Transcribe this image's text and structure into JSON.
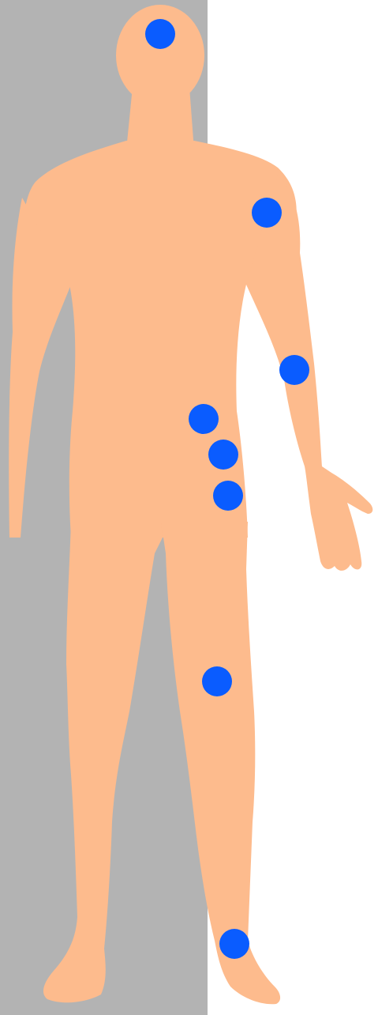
{
  "colors": {
    "background_left": "#b3b3b3",
    "background_right": "#ffffff",
    "skin": "#fdbb8d",
    "marker": "#0a5cff"
  },
  "markers": [
    {
      "id": "head"
    },
    {
      "id": "left-shoulder"
    },
    {
      "id": "left-elbow"
    },
    {
      "id": "left-hip-upper"
    },
    {
      "id": "left-hip-middle"
    },
    {
      "id": "left-hip-lower"
    },
    {
      "id": "left-knee"
    },
    {
      "id": "left-ankle"
    }
  ]
}
